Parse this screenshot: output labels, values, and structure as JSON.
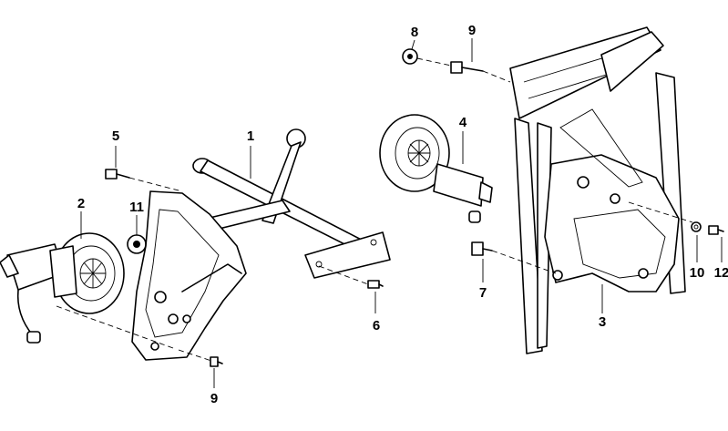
{
  "diagram": {
    "callouts": [
      {
        "id": "c1",
        "label": "1"
      },
      {
        "id": "c2",
        "label": "2"
      },
      {
        "id": "c3",
        "label": "3"
      },
      {
        "id": "c4",
        "label": "4"
      },
      {
        "id": "c5",
        "label": "5"
      },
      {
        "id": "c6",
        "label": "6"
      },
      {
        "id": "c7",
        "label": "7"
      },
      {
        "id": "c8",
        "label": "8"
      },
      {
        "id": "c9a",
        "label": "9"
      },
      {
        "id": "c9b",
        "label": "9"
      },
      {
        "id": "c10",
        "label": "10"
      },
      {
        "id": "c11",
        "label": "11"
      },
      {
        "id": "c12",
        "label": "12"
      }
    ]
  }
}
